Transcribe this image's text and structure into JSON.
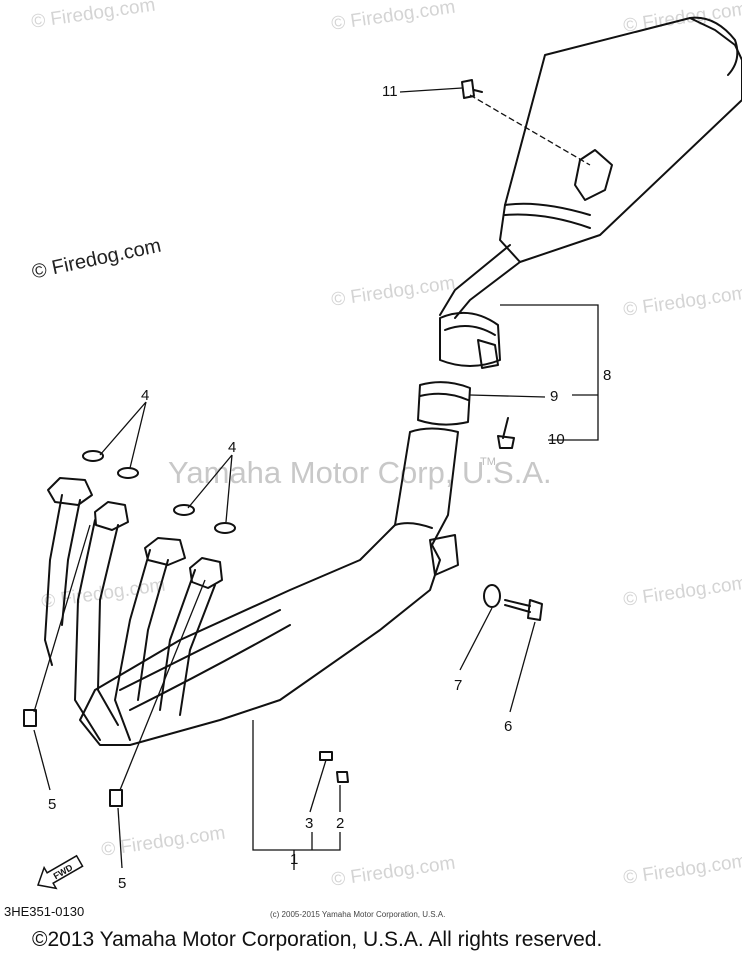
{
  "watermarks": {
    "site": "© Firedog.com",
    "main": "Yamaha Motor Corp, U.S.A.",
    "tm": "TM"
  },
  "callouts": {
    "p1": "1",
    "p2": "2",
    "p3": "3",
    "p4a": "4",
    "p4b": "4",
    "p5a": "5",
    "p5b": "5",
    "p6": "6",
    "p7": "7",
    "p8": "8",
    "p9": "9",
    "p10": "10",
    "p11": "11"
  },
  "fwd_label": "FWD",
  "diagram_code": "3HE351-0130",
  "small_copyright": "(c) 2005-2015 Yamaha Motor Corporation, U.S.A.",
  "footer": "©2013 Yamaha Motor Corporation, U.S.A. All rights reserved."
}
